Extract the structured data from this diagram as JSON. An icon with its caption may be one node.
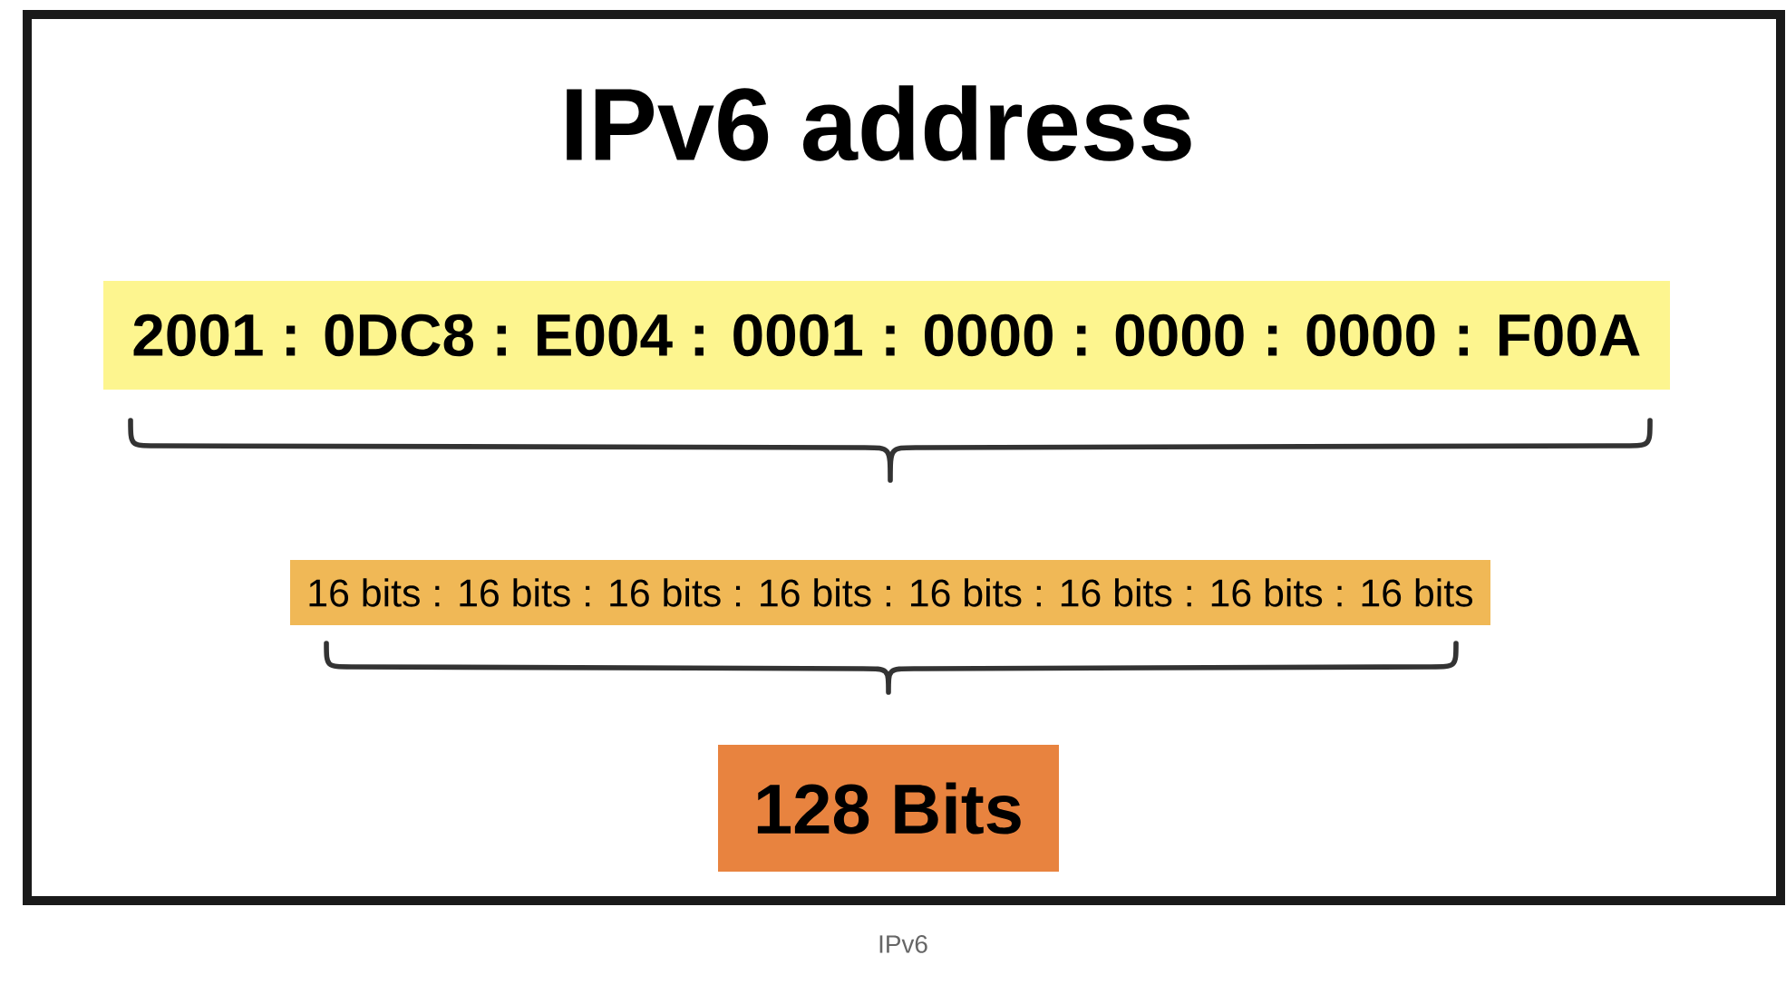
{
  "diagram": {
    "title": "IPv6 address",
    "caption": "IPv6",
    "nodes": [
      {
        "text": [
          "2001 : 0DC8 : E004 : 0001 : 0000 : 0000 : 0000 : F00A"
        ]
      },
      {
        "text": [
          "16 bits : 16 bits : 16 bits : 16 bits : 16 bits : 16 bits : 16 bits : 16 bits"
        ]
      },
      {
        "text": [
          "128 Bits"
        ]
      }
    ]
  }
}
